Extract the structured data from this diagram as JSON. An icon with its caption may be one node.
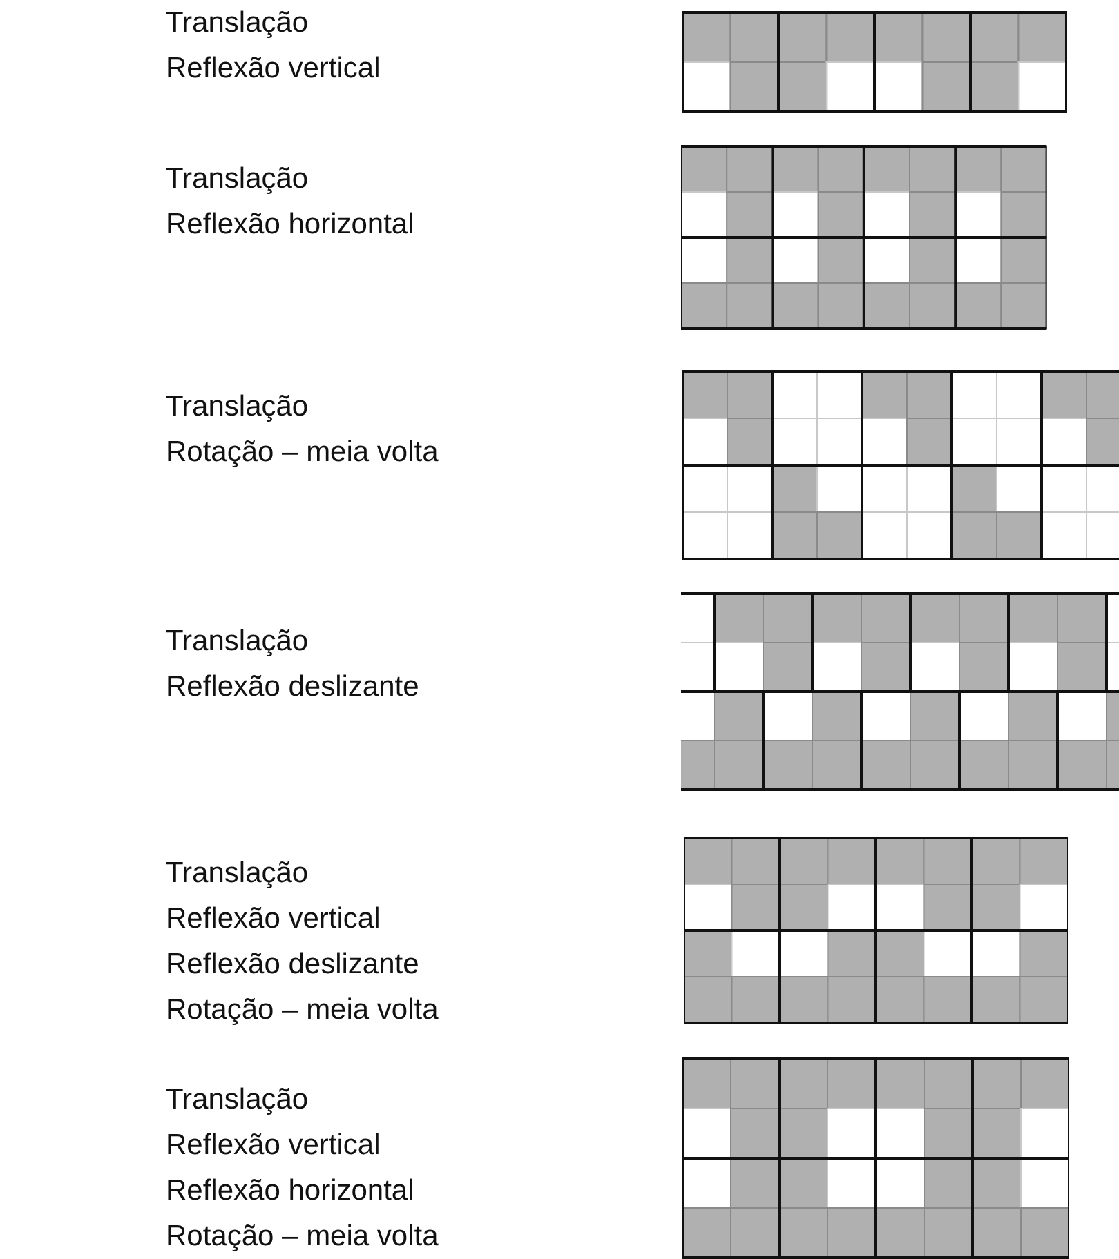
{
  "diagram": {
    "labels": [
      "Translação",
      "Reflexão vertical",
      "Translação",
      "Reflexão horizontal",
      "Translação",
      "Rotação – meia volta",
      "Translação",
      "Reflexão deslizante",
      "Translação",
      "Reflexão vertical",
      "Reflexão deslizante",
      "Rotação – meia volta",
      "Translação",
      "Reflexão vertical",
      "Reflexão horizontal",
      "Rotação – meia volta"
    ]
  }
}
